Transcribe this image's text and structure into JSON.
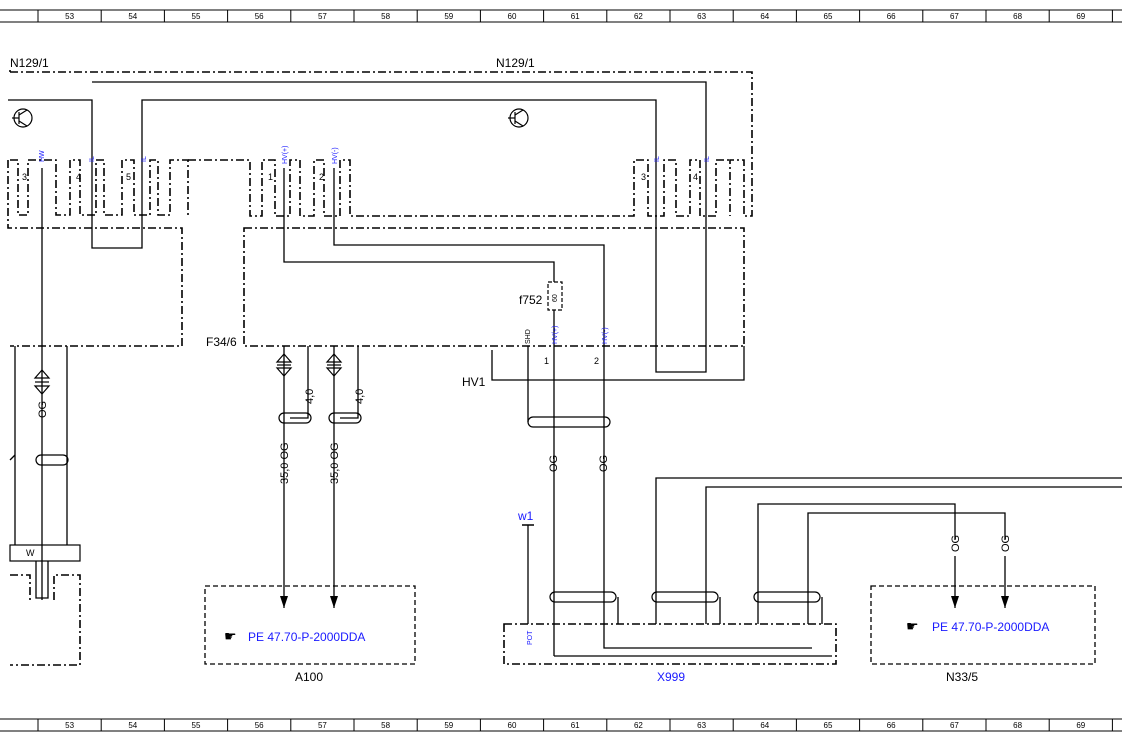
{
  "grid": {
    "numbers": [
      "53",
      "54",
      "55",
      "56",
      "57",
      "58",
      "59",
      "60",
      "61",
      "62",
      "63",
      "64",
      "65",
      "66",
      "67",
      "68",
      "69"
    ]
  },
  "components": {
    "n129_left": "N129/1",
    "n129": "N129/1",
    "f34": "F34/6",
    "f752": "f752",
    "f752_rating": "60",
    "hv1": "HV1",
    "w1": "w1",
    "a100": "A100",
    "x999": "X999",
    "n33": "N33/5"
  },
  "pins": {
    "n_left_3": "3",
    "n_left_4": "4",
    "n_left_5": "5",
    "f34_1": "1",
    "f34_2": "2",
    "n_right_3": "3",
    "n_right_4": "4",
    "hv1_1": "1",
    "hv1_2": "2"
  },
  "signals": {
    "hw": "HW",
    "il_a": "IL",
    "il_b": "IL",
    "hv_plus_top": "HV(+)",
    "hv_minus_top": "HV(-)",
    "il_c": "IL",
    "il_d": "IL",
    "shd": "SHD",
    "hv_plus": "HV(+)",
    "hv_minus": "HV(-)",
    "pot": "POT",
    "w": "W"
  },
  "wires": {
    "og_left": "OG",
    "w_35_og_a": "35,0 OG",
    "w_35_og_b": "35,0 OG",
    "w_4_a": "4,0",
    "w_4_b": "4,0",
    "og_1": "OG",
    "og_2": "OG",
    "og_3": "OG",
    "og_4": "OG"
  },
  "refs": {
    "a100_ref": "PE 47.70-P-2000DDA",
    "n33_ref": "PE 47.70-P-2000DDA"
  },
  "icons": {
    "transistor": "transistor-icon",
    "pointing_hand": "pointing-hand-icon"
  }
}
